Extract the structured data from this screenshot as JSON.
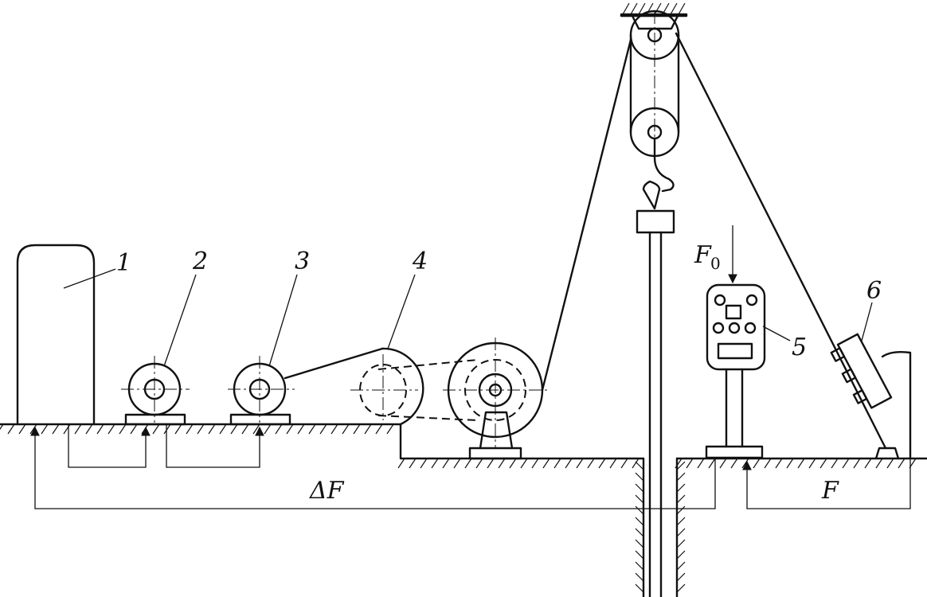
{
  "labels": {
    "n1": "1",
    "n2": "2",
    "n3": "3",
    "n4": "4",
    "n5": "5",
    "n6": "6",
    "f0_main": "F",
    "f0_sub": "0",
    "delta_f": "ΔF",
    "f": "F"
  },
  "colors": {
    "ink": "#111111",
    "paper": "#ffffff"
  },
  "icons": {
    "top_pulley": "pulley-icon",
    "hook": "hook-icon",
    "controller": "control-box-icon",
    "sensor": "tension-sensor-icon"
  }
}
